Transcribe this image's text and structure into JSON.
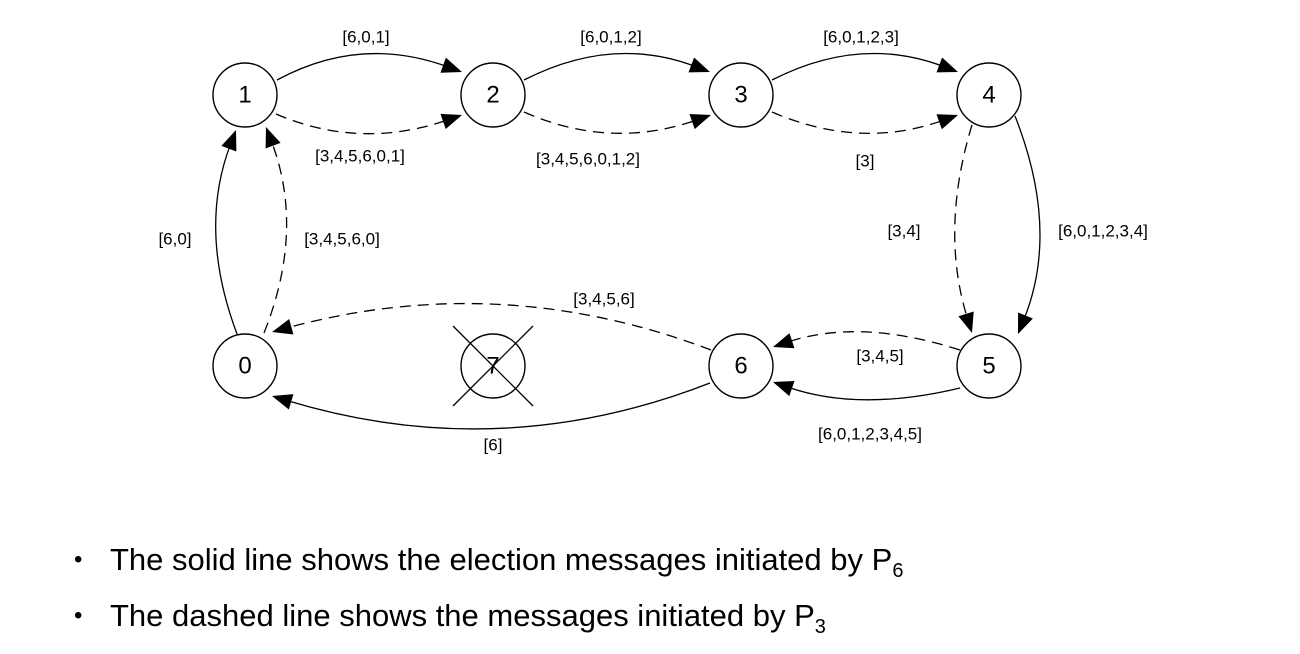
{
  "nodes": [
    {
      "id": "0",
      "label": "0",
      "crashed": false
    },
    {
      "id": "1",
      "label": "1",
      "crashed": false
    },
    {
      "id": "2",
      "label": "2",
      "crashed": false
    },
    {
      "id": "3",
      "label": "3",
      "crashed": false
    },
    {
      "id": "4",
      "label": "4",
      "crashed": false
    },
    {
      "id": "5",
      "label": "5",
      "crashed": false
    },
    {
      "id": "6",
      "label": "6",
      "crashed": false
    },
    {
      "id": "7",
      "label": "7",
      "crashed": true
    }
  ],
  "edges": [
    {
      "id": "e01s",
      "from": "0",
      "to": "1",
      "style": "solid",
      "label": "[6,0]"
    },
    {
      "id": "e01d",
      "from": "0",
      "to": "1",
      "style": "dashed",
      "label": "[3,4,5,6,0]"
    },
    {
      "id": "e12s",
      "from": "1",
      "to": "2",
      "style": "solid",
      "label": "[6,0,1]"
    },
    {
      "id": "e12d",
      "from": "1",
      "to": "2",
      "style": "dashed",
      "label": "[3,4,5,6,0,1]"
    },
    {
      "id": "e23s",
      "from": "2",
      "to": "3",
      "style": "solid",
      "label": "[6,0,1,2]"
    },
    {
      "id": "e23d",
      "from": "2",
      "to": "3",
      "style": "dashed",
      "label": "[3,4,5,6,0,1,2]"
    },
    {
      "id": "e34s",
      "from": "3",
      "to": "4",
      "style": "solid",
      "label": "[6,0,1,2,3]"
    },
    {
      "id": "e34d",
      "from": "3",
      "to": "4",
      "style": "dashed",
      "label": "[3]"
    },
    {
      "id": "e45s",
      "from": "4",
      "to": "5",
      "style": "solid",
      "label": "[6,0,1,2,3,4]"
    },
    {
      "id": "e45d",
      "from": "4",
      "to": "5",
      "style": "dashed",
      "label": "[3,4]"
    },
    {
      "id": "e56s",
      "from": "5",
      "to": "6",
      "style": "solid",
      "label": "[6,0,1,2,3,4,5]"
    },
    {
      "id": "e56d",
      "from": "5",
      "to": "6",
      "style": "dashed",
      "label": "[3,4,5]"
    },
    {
      "id": "e60s",
      "from": "6",
      "to": "0",
      "style": "solid",
      "label": "[6]"
    },
    {
      "id": "e60d",
      "from": "6",
      "to": "0",
      "style": "dashed",
      "label": "[3,4,5,6]"
    }
  ],
  "legend": [
    {
      "text": "The solid line shows the election messages initiated by P",
      "sub": "6"
    },
    {
      "text": "The dashed line shows the messages initiated by P",
      "sub": "3"
    }
  ]
}
